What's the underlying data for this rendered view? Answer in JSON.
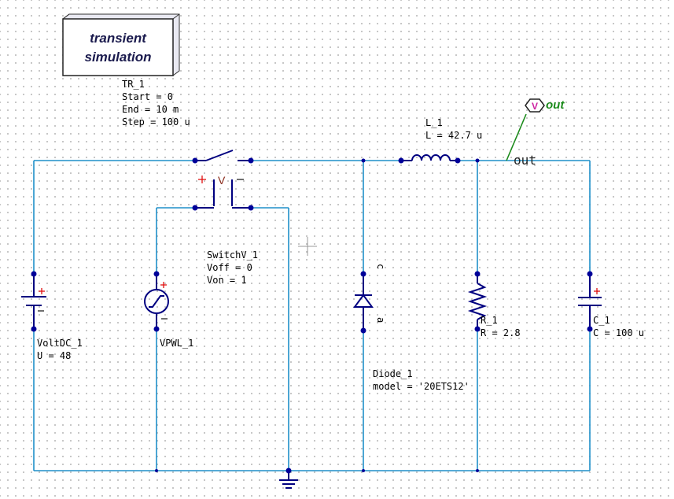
{
  "simulation": {
    "box_line1": "transient",
    "box_line2": "simulation",
    "name": "TR_1",
    "start": "Start = 0",
    "end": "End = 10 m",
    "step": "Step = 100 u"
  },
  "components": {
    "inductor": {
      "name": "L_1",
      "value": "L = 42.7 u"
    },
    "switch": {
      "name": "SwitchV_1",
      "voff": "Voff = 0",
      "von": "Von = 1",
      "ctrl_label": "V"
    },
    "dc_source": {
      "name": "VoltDC_1",
      "value": "U = 48"
    },
    "pwl_source": {
      "name": "VPWL_1"
    },
    "diode": {
      "name": "Diode_1",
      "model": "model = '20ETS12'",
      "pin_a": "a",
      "pin_c": "c"
    },
    "resistor": {
      "name": "R_1",
      "value": "R = 2.8"
    },
    "capacitor": {
      "name": "C_1",
      "value": "C = 100 u"
    }
  },
  "probe": {
    "label": "out",
    "icon_letter": "V"
  },
  "net_label": "out",
  "colors": {
    "wire": "#1f8fc9",
    "component": "#000080",
    "node": "#000099",
    "polarity": "#e01010",
    "probe": "#1b8a1b"
  }
}
